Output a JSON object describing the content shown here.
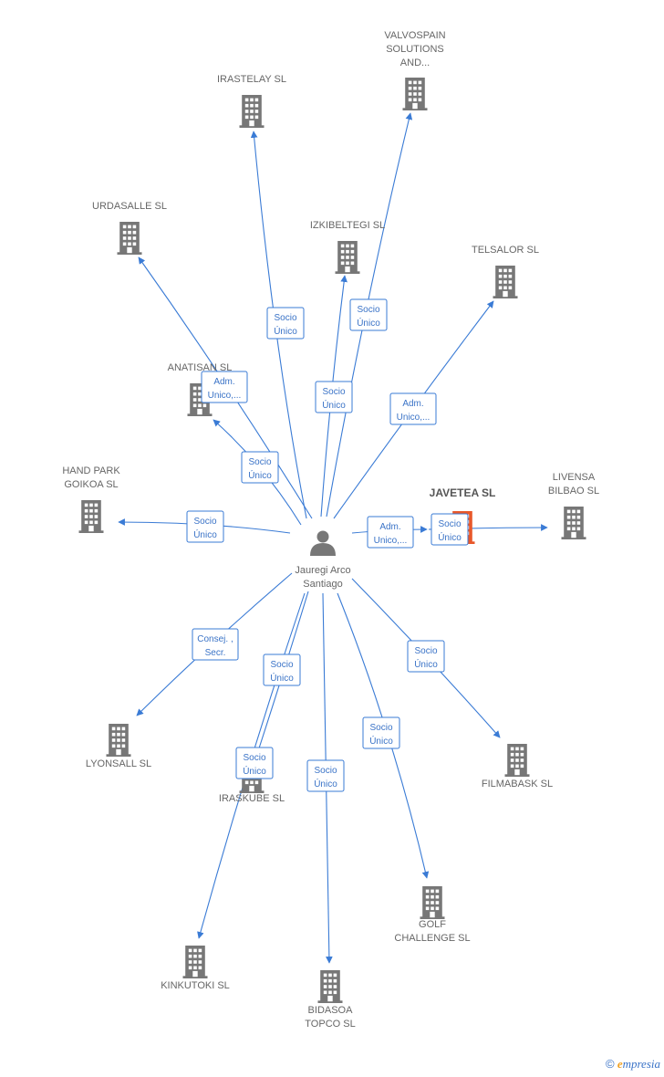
{
  "center_person": {
    "name_lines": [
      "Jauregi Arco",
      "Santiago"
    ],
    "icon": "person-icon"
  },
  "companies": [
    {
      "id": "valvospain",
      "lines": [
        "VALVOSPAIN",
        "SOLUTIONS",
        "AND..."
      ],
      "icon": "building-icon"
    },
    {
      "id": "irastelay",
      "lines": [
        "IRASTELAY  SL"
      ],
      "icon": "building-icon"
    },
    {
      "id": "urdasalle",
      "lines": [
        "URDASALLE  SL"
      ],
      "icon": "building-icon"
    },
    {
      "id": "izkibeltegi",
      "lines": [
        "IZKIBELTEGI  SL"
      ],
      "icon": "building-icon"
    },
    {
      "id": "telsalor",
      "lines": [
        "TELSALOR  SL"
      ],
      "icon": "building-icon"
    },
    {
      "id": "anatisan",
      "lines": [
        "ANATISAN  SL"
      ],
      "icon": "building-icon"
    },
    {
      "id": "hand-park",
      "lines": [
        "HAND PARK",
        "GOIKOA  SL"
      ],
      "icon": "building-icon"
    },
    {
      "id": "javetea",
      "lines": [
        "JAVETEA  SL"
      ],
      "icon": "building-icon",
      "focus": true
    },
    {
      "id": "livensa",
      "lines": [
        "LIVENSA",
        "BILBAO  SL"
      ],
      "icon": "building-icon"
    },
    {
      "id": "lyonsall",
      "lines": [
        "LYONSALL  SL"
      ],
      "icon": "building-icon"
    },
    {
      "id": "iraskube",
      "lines": [
        "IRASKUBE  SL"
      ],
      "icon": "building-icon"
    },
    {
      "id": "filmabask",
      "lines": [
        "FILMABASK  SL"
      ],
      "icon": "building-icon"
    },
    {
      "id": "golf",
      "lines": [
        "GOLF",
        "CHALLENGE  SL"
      ],
      "icon": "building-icon"
    },
    {
      "id": "kinkutoki",
      "lines": [
        "KINKUTOKI  SL"
      ],
      "icon": "building-icon"
    },
    {
      "id": "bidasoa",
      "lines": [
        "BIDASOA",
        "TOPCO  SL"
      ],
      "icon": "building-icon"
    }
  ],
  "relations": [
    {
      "to": "irastelay",
      "lines": [
        "Socio",
        "Único"
      ]
    },
    {
      "to": "valvospain",
      "lines": [
        "Socio",
        "Único"
      ]
    },
    {
      "to": "izkibeltegi",
      "lines": [
        "Socio",
        "Único"
      ]
    },
    {
      "to": "urdasalle",
      "lines": [
        "Adm.",
        "Unico,..."
      ]
    },
    {
      "to": "telsalor",
      "lines": [
        "Adm.",
        "Unico,..."
      ]
    },
    {
      "to": "anatisan",
      "lines": [
        "Socio",
        "Único"
      ]
    },
    {
      "to": "hand-park",
      "lines": [
        "Socio",
        "Único"
      ]
    },
    {
      "to": "javetea",
      "lines": [
        "Adm.",
        "Unico,..."
      ]
    },
    {
      "to": "livensa",
      "lines": [
        "Socio",
        "Único"
      ]
    },
    {
      "to": "lyonsall",
      "lines": [
        "Consej. ,",
        "Secr."
      ]
    },
    {
      "to": "iraskube",
      "lines": [
        "Socio",
        "Único"
      ]
    },
    {
      "to": "kinkutoki",
      "lines": [
        "Socio",
        "Único"
      ]
    },
    {
      "to": "bidasoa",
      "lines": [
        "Socio",
        "Único"
      ]
    },
    {
      "to": "golf",
      "lines": [
        "Socio",
        "Único"
      ]
    },
    {
      "to": "filmabask",
      "lines": [
        "Socio",
        "Único"
      ]
    }
  ],
  "colors": {
    "edge": "#3a7bd5",
    "building": "#777777",
    "focus_building": "#e8582a",
    "label": "#666666"
  },
  "footer": {
    "copyright_symbol": "©",
    "brand_initial": "e",
    "brand_rest": "mpresia"
  }
}
